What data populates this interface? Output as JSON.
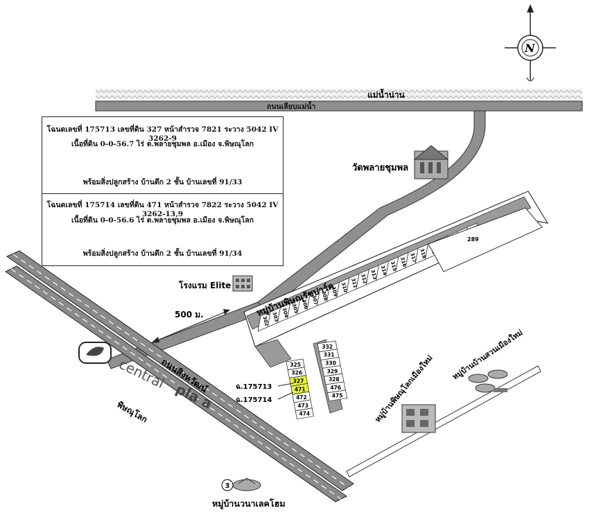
{
  "river_label": "แม่น้ำน่าน",
  "riverside_road_label": "ถนนเลียบแม่น้ำ",
  "temple_label": "วัดพลายชุมพล",
  "hotel_label": "โรงแรม Elite",
  "distance_label": "500 ม.",
  "village_label": "หมู่บ้านพิษณุรัชปาร์ค",
  "large_plot_label": "289",
  "highway_label": "ถนนสิงหวัฒน์",
  "mall_name_prefix": "central",
  "mall_name_bold": "pla a",
  "mall_city": "พิษณุโลก",
  "bottom_village_label": "หมู่บ้านวนาเลคโฮม",
  "bottom_village_number": "3",
  "right_village_1": "หมู่บ้านพิษณุโลกเมืองใหม่",
  "right_village_2": "หมู่บ้านบ้านสวนเมืองใหม่",
  "compass_letter": "N",
  "deed1": {
    "line1": "โฉนดเลขที่ 175713 เลขที่ดิน 327 หน้าสำรวจ 7821 ระวาง 5042 IV 3262-9",
    "line2": "เนื้อที่ดิน 0-0-56.7 ไร่ ต.พลายชุมพล อ.เมือง จ.พิษณุโลก",
    "line3": "พร้อมสิ่งปลูกสร้าง บ้านตึก 2 ชั้น บ้านเลขที่ 91/33"
  },
  "deed2": {
    "line1": "โฉนดเลขที่ 175714 เลขที่ดิน 471 หน้าสำรวจ 7822 ระวาง 5042 IV 3262-13,9",
    "line2": "เนื้อที่ดิน 0-0-56.6 ไร่ ต.พลายชุมพล อ.เมือง จ.พิษณุโลก",
    "line3": "พร้อมสิ่งปลูกสร้าง บ้านตึก 2 ชั้น บ้านเลขที่ 91/34"
  },
  "deed_pointer_1": "ฉ.175713",
  "deed_pointer_2": "ฉ.175714",
  "row_plots": [
    "302",
    "303",
    "304",
    "305",
    "306",
    "307",
    "308",
    "309",
    "310",
    "311",
    "312",
    "313",
    "314",
    "315",
    "316",
    "317",
    "318",
    "319",
    "320",
    "321",
    "322",
    "323"
  ],
  "left_column_plots": [
    "325",
    "326",
    "327",
    "471",
    "472",
    "473",
    "474"
  ],
  "right_column_plots": [
    "332",
    "331",
    "330",
    "329",
    "328",
    "476",
    "475"
  ],
  "highlighted_plots": [
    "327",
    "471"
  ],
  "colors": {
    "road": "#8f8f8f",
    "highlight": "#e4f23a",
    "road_outline": "#333333",
    "river": "#d9d9d9"
  }
}
